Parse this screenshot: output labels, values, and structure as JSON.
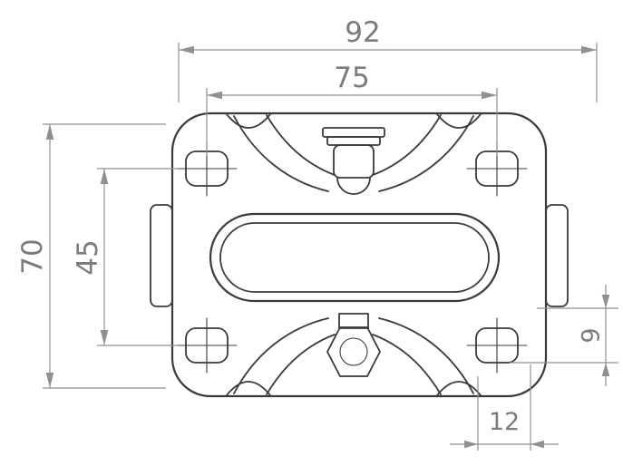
{
  "diagram": {
    "dimension_labels": {
      "overall_width": "92",
      "bolt_hole_spacing_width": "75",
      "overall_height": "70",
      "bolt_hole_spacing_height": "45",
      "slot_height": "9",
      "slot_width": "12"
    },
    "colors": {
      "background": "#ffffff",
      "drawing_line": "#3a3a3a",
      "dimension_line": "#909090",
      "dimension_text": "#7c7c7c"
    }
  }
}
